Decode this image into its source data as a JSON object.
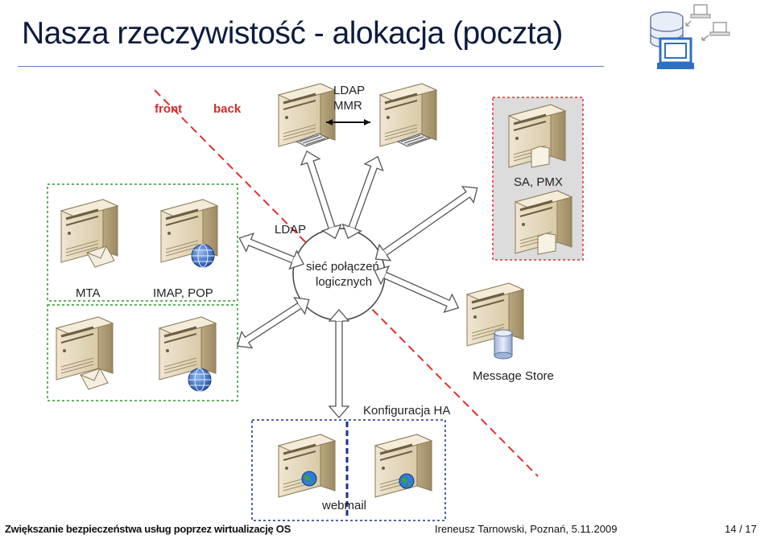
{
  "slide": {
    "title": "Nasza  rzeczywistość - alokacja (poczta)",
    "footer_left": "Zwiększanie bezpieczeństwa usług poprzez wirtualizację OS",
    "footer_center": "Ireneusz Tarnowski, Poznań, 5.11.2009",
    "footer_page": "14 / 17"
  },
  "diagram": {
    "front_label": "front",
    "back_label": "back",
    "ldap_mmr_line1": "LDAP",
    "ldap_mmr_line2": "MMR",
    "ldap_label": "LDAP",
    "center_line1": "sieć połączeń",
    "center_line2": "logicznych",
    "sa_pmx_label": "SA, PMX",
    "mta_label": "MTA",
    "imap_pop_label": "IMAP, POP",
    "message_store_label": "Message Store",
    "ha_label": "Konfiguracja HA",
    "webmail_label": "webmail"
  },
  "colors": {
    "title": "#0d1b3e",
    "rule": "#5b7fbf",
    "red_divider": "#e03030",
    "green_box": "#2e9a2e",
    "blue_box": "#1f2f8f",
    "sa_box_fill": "#dcdcdc",
    "server_body": "#e8dcc2"
  }
}
